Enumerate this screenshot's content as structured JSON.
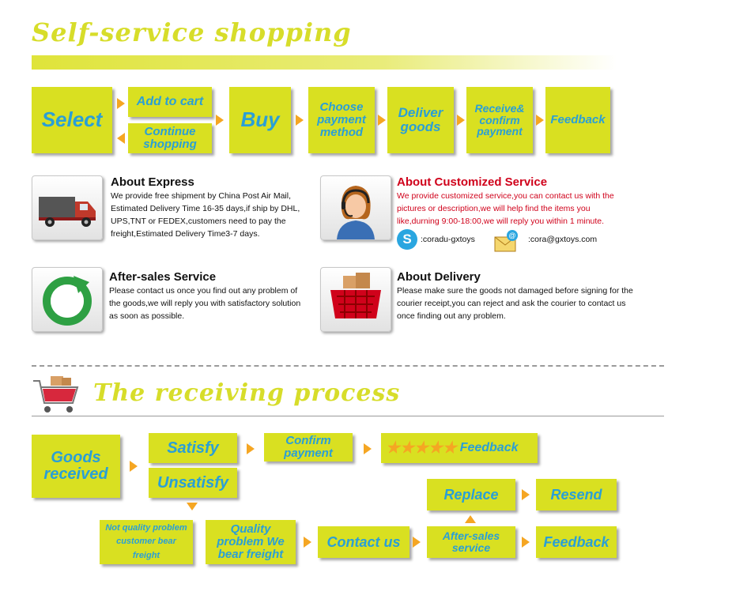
{
  "title1": "Self-service shopping",
  "title2": "The receiving process",
  "flow1": {
    "select": "Select",
    "add_to_cart": "Add to cart",
    "continue_shopping": "Continue shopping",
    "buy": "Buy",
    "choose_payment": "Choose payment method",
    "deliver_goods": "Deliver goods",
    "receive_confirm": "Receive& confirm payment",
    "feedback": "Feedback"
  },
  "express": {
    "title": "About Express",
    "text": "We provide free shipment by China Post Air Mail, Estimated Delivery Time 16-35 days,if ship by DHL, UPS,TNT or FEDEX,customers need to pay the freight,Estimated Delivery Time3-7 days."
  },
  "customized": {
    "title": "About Customized Service",
    "text": "We provide customized service,you can contact us with the pictures or description,we will help find the items you like,durning 9:00-18:00,we will reply you within 1 minute.",
    "skype": ":coradu-gxtoys",
    "email": ":cora@gxtoys.com"
  },
  "aftersales": {
    "title": "After-sales Service",
    "text": "Please contact us once you find out any problem of the goods,we will reply you with satisfactory solution as soon as possible."
  },
  "delivery": {
    "title": "About Delivery",
    "text": "Please make sure the goods not damaged before signing for the courier receipt,you can reject and ask the courier to contact us once finding out any problem."
  },
  "flow2": {
    "goods_received": "Goods received",
    "satisfy": "Satisfy",
    "unsatisfy": "Unsatisfy",
    "confirm_payment": "Confirm payment",
    "feedback_top": "Feedback",
    "not_quality": "Not quality problem customer bear freight",
    "quality": "Quality problem We bear freight",
    "contact_us": "Contact us",
    "after_sales": "After-sales service",
    "replace": "Replace",
    "resend": "Resend",
    "feedback_bottom": "Feedback"
  },
  "colors": {
    "box": "#d9e021",
    "box_text": "#2a9fd6",
    "arrow": "#f5a623",
    "title": "#d7dd2a",
    "customized_text": "#d0021b"
  }
}
